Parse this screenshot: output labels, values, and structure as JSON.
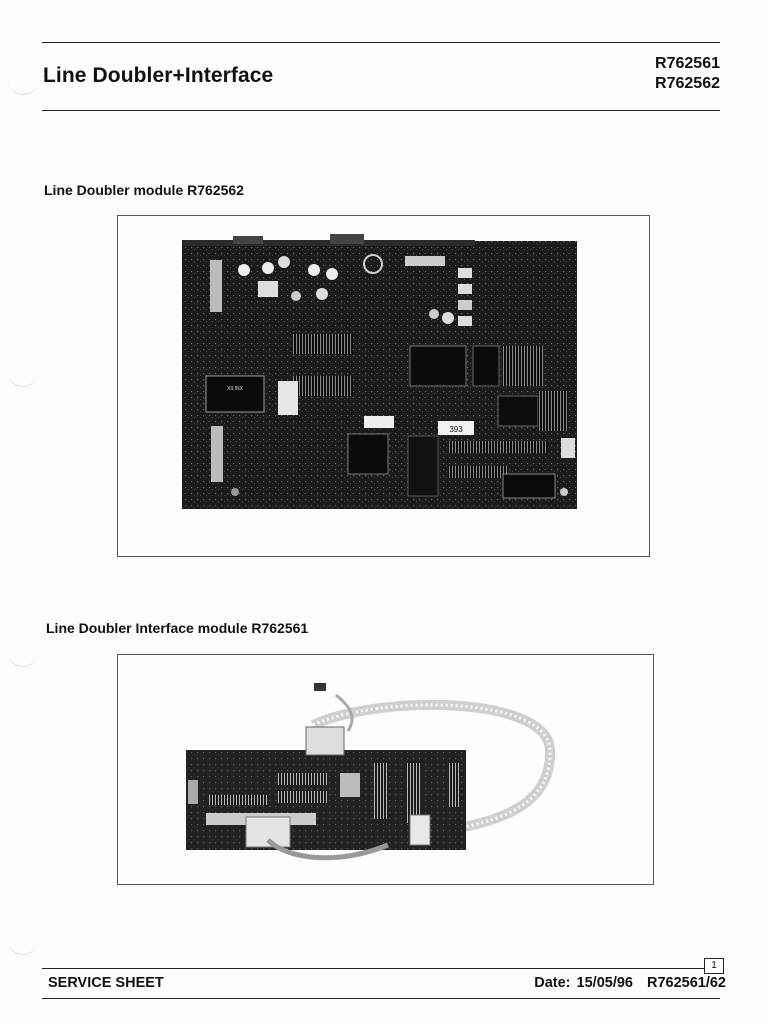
{
  "header": {
    "title": "Line Doubler+Interface",
    "code_1": "R762561",
    "code_2": "R762562"
  },
  "figures": [
    {
      "caption": "Line Doubler module R762562",
      "chip_label": "XILINX",
      "sticker_label": "393"
    },
    {
      "caption": "Line Doubler Interface module R762561"
    }
  ],
  "footer": {
    "left": "SERVICE SHEET",
    "date": "Date: 15/05/96",
    "doc_code": "R762561/62",
    "page_number": "1"
  }
}
